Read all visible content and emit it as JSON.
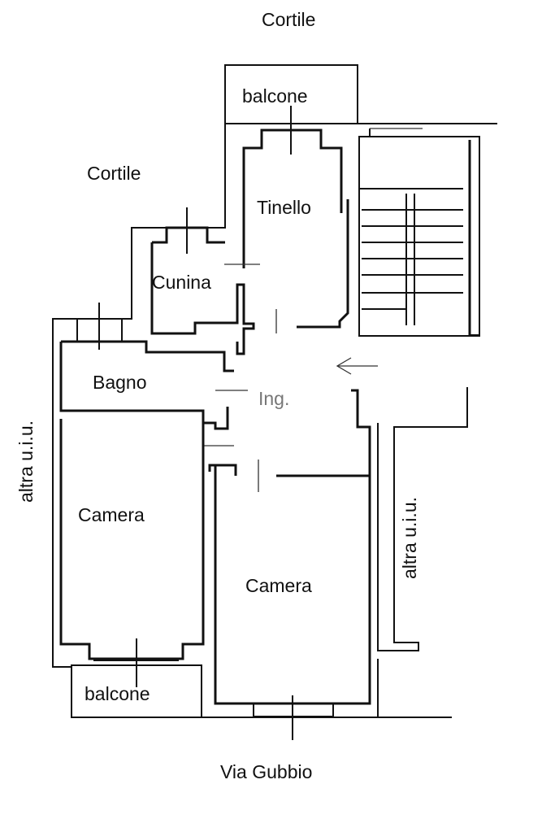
{
  "plan": {
    "labels": {
      "courtyard_top": "Cortile",
      "courtyard_left": "Cortile",
      "balcony_top": "balcone",
      "living": "Tinello",
      "kitchen": "Cunina",
      "bathroom": "Bagno",
      "entrance": "Ing.",
      "other_unit_left": "altra u.i.u.",
      "bedroom_left": "Camera",
      "bedroom_right": "Camera",
      "other_unit_right": "altra u.i.u.",
      "balcony_bottom": "balcone",
      "street": "Via Gubbio"
    },
    "icons": {
      "entrance_arrow": "arrow-left-icon"
    }
  }
}
